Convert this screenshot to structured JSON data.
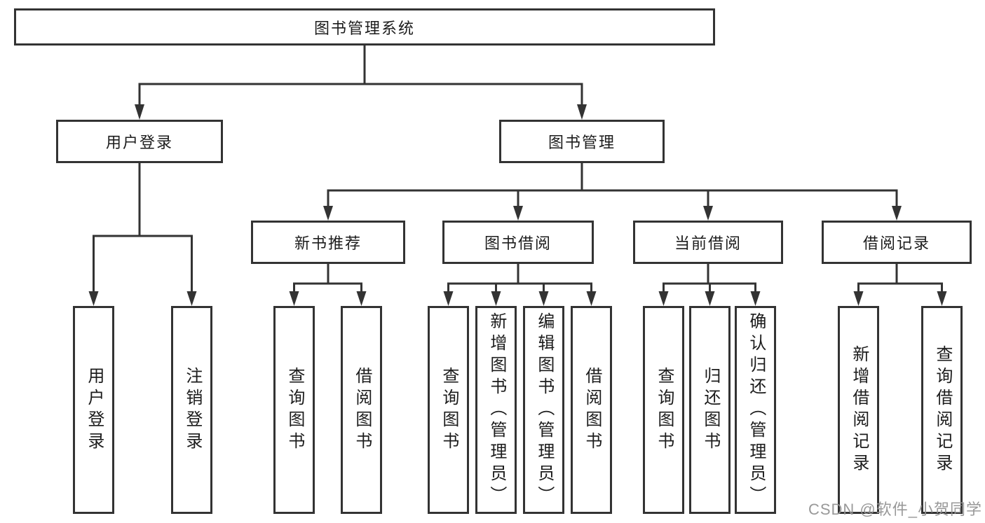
{
  "colors": {
    "line": "#333333",
    "border": "#333333",
    "text": "#1c1c1c",
    "watermark": "#949494",
    "background": "#ffffff"
  },
  "watermark": "CSDN @软件_小贺同学",
  "tree": {
    "label": "图书管理系统",
    "children": [
      {
        "label": "用户登录",
        "children": [
          {
            "label": "用户登录"
          },
          {
            "label": "注销登录"
          }
        ]
      },
      {
        "label": "图书管理",
        "children": [
          {
            "label": "新书推荐",
            "children": [
              {
                "label": "查询图书"
              },
              {
                "label": "借阅图书"
              }
            ]
          },
          {
            "label": "图书借阅",
            "children": [
              {
                "label": "查询图书"
              },
              {
                "label": "新增图书（管理员）"
              },
              {
                "label": "编辑图书（管理员）"
              },
              {
                "label": "借阅图书"
              }
            ]
          },
          {
            "label": "当前借阅",
            "children": [
              {
                "label": "查询图书"
              },
              {
                "label": "归还图书"
              },
              {
                "label": "确认归还（管理员）"
              }
            ]
          },
          {
            "label": "借阅记录",
            "children": [
              {
                "label": "新增借阅记录"
              },
              {
                "label": "查询借阅记录"
              }
            ]
          }
        ]
      }
    ]
  }
}
